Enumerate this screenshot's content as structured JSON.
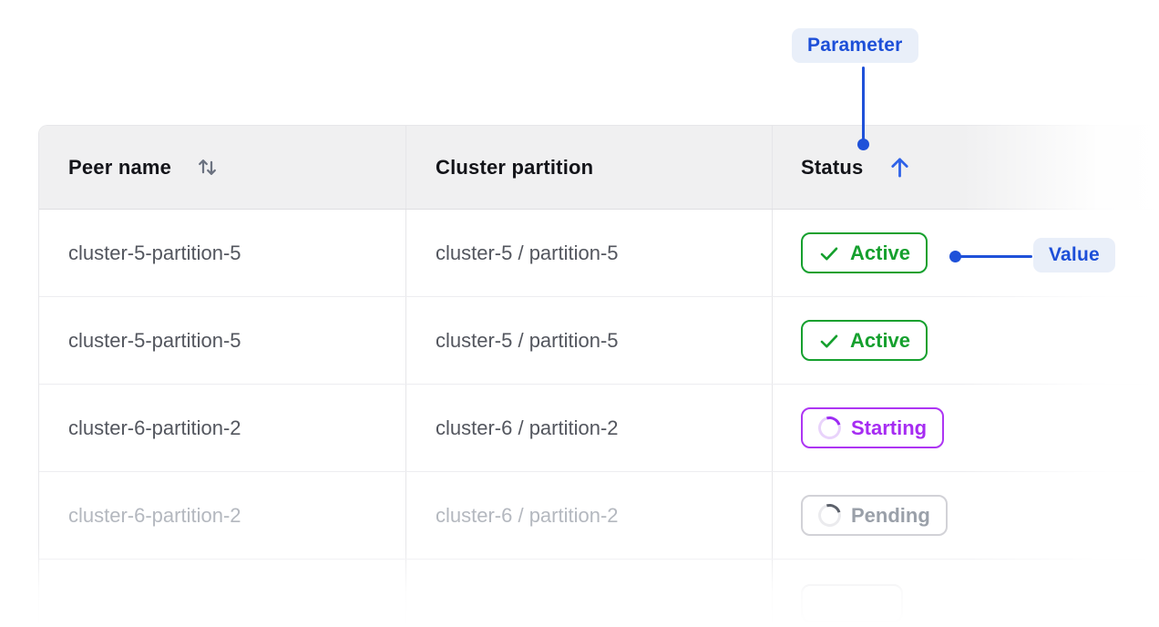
{
  "annotations": {
    "parameter": {
      "label": "Parameter"
    },
    "value": {
      "label": "Value"
    },
    "accent_color": "#1d4fd8",
    "pill_bg": "#e9eff9"
  },
  "table": {
    "header": {
      "peer_name": "Peer name",
      "cluster_partition": "Cluster partition",
      "status": "Status",
      "peer_sort_state": "sortable",
      "status_sort_state": "ascending"
    },
    "rows": [
      {
        "peer": "cluster-5-partition-5",
        "partition": "cluster-5 / partition-5",
        "status": "Active",
        "kind": "active",
        "faded": false
      },
      {
        "peer": "cluster-5-partition-5",
        "partition": "cluster-5 / partition-5",
        "status": "Active",
        "kind": "active",
        "faded": false
      },
      {
        "peer": "cluster-6-partition-2",
        "partition": "cluster-6 / partition-2",
        "status": "Starting",
        "kind": "starting",
        "faded": false
      },
      {
        "peer": "cluster-6-partition-2",
        "partition": "cluster-6 / partition-2",
        "status": "Pending",
        "kind": "pending",
        "faded": true
      },
      {
        "peer": "",
        "partition": "",
        "status": "",
        "kind": "ghost",
        "faded": true
      }
    ],
    "status_colors": {
      "active": "#15a02e",
      "starting": "#a62cf2",
      "pending": "#9aa0a9",
      "sort_icon_gray": "#6b7280",
      "sort_arrow_blue": "#2f62e8"
    }
  }
}
